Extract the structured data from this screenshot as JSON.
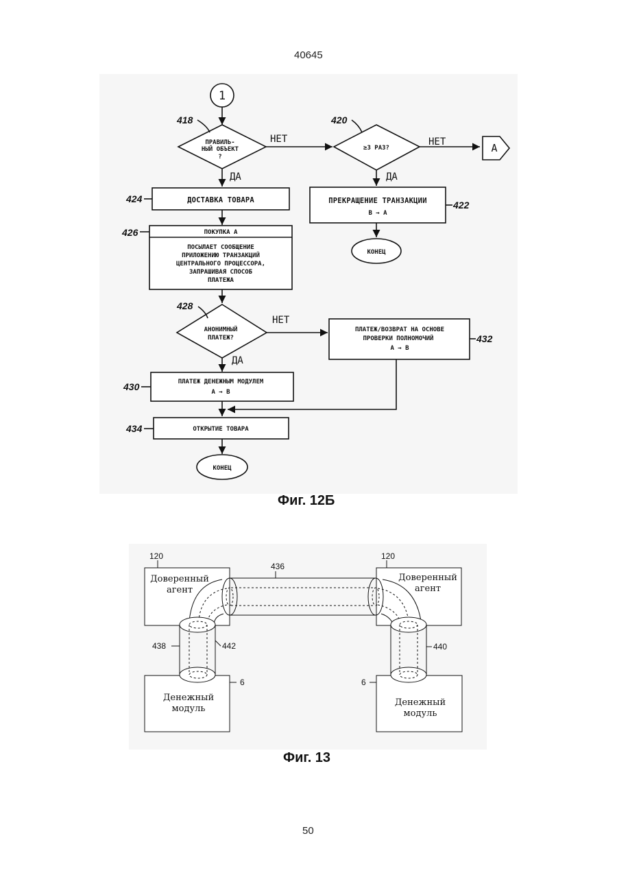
{
  "header": {
    "doc_number": "40645"
  },
  "footer": {
    "page_number": "50"
  },
  "fig12b": {
    "caption": "Фиг. 12Б",
    "connector_start": "1",
    "connector_offpage": "A",
    "nodes": {
      "n418": {
        "ref": "418",
        "lines": [
          "ПРАВИЛЬ-",
          "НЫЙ ОБЪЕКТ",
          "?"
        ]
      },
      "n420": {
        "ref": "420",
        "lines": [
          "≥3 РАЗ?"
        ]
      },
      "n422": {
        "ref": "422",
        "lines": [
          "ПРЕКРАЩЕНИЕ ТРАНЗАКЦИИ",
          "B → A"
        ]
      },
      "end1": {
        "label": "КОНЕЦ"
      },
      "n424": {
        "ref": "424",
        "lines": [
          "ДОСТАВКА ТОВАРА"
        ]
      },
      "n426": {
        "ref": "426",
        "header": "ПОКУПКА А",
        "lines": [
          "ПОСЫЛАЕТ СООБЩЕНИЕ",
          "ПРИЛОЖЕНИЮ ТРАНЗАКЦИЙ",
          "ЦЕНТРАЛЬНОГО ПРОЦЕССОРА,",
          "ЗАПРАШИВАЯ СПОСОБ",
          "ПЛАТЕЖА"
        ]
      },
      "n428": {
        "ref": "428",
        "lines": [
          "АНОНИМНЫЙ",
          "ПЛАТЕЖ?"
        ]
      },
      "n432": {
        "ref": "432",
        "lines": [
          "ПЛАТЕЖ/ВОЗВРАТ НА ОСНОВЕ",
          "ПРОВЕРКИ ПОЛНОМОЧИЙ",
          "A → B"
        ]
      },
      "n430": {
        "ref": "430",
        "lines": [
          "ПЛАТЕЖ ДЕНЕЖНЫМ МОДУЛЕМ",
          "A → B"
        ]
      },
      "n434": {
        "ref": "434",
        "lines": [
          "ОТКРЫТИЕ ТОВАРА"
        ]
      },
      "end2": {
        "label": "КОНЕЦ"
      }
    },
    "edges": {
      "no": "НЕТ",
      "yes": "ДА"
    }
  },
  "fig13": {
    "caption": "Фиг. 13",
    "agent_left": {
      "ref": "120",
      "lines": [
        "Доверенный",
        "агент"
      ]
    },
    "agent_right": {
      "ref": "120",
      "lines": [
        "Доверенный",
        "агент"
      ]
    },
    "module_left": {
      "ref": "6",
      "lines": [
        "Денежный",
        "модуль"
      ]
    },
    "module_right": {
      "ref": "6",
      "lines": [
        "Денежный",
        "модуль"
      ]
    },
    "pipe_refs": {
      "top": "436",
      "left_outer": "438",
      "left_inner": "442",
      "right": "440"
    }
  }
}
